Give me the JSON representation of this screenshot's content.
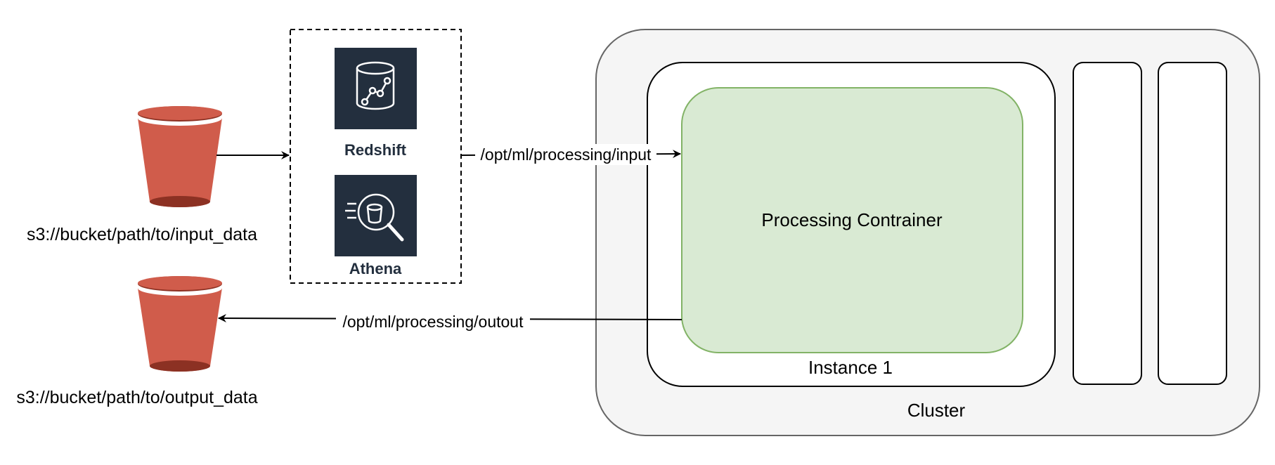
{
  "buckets": {
    "input": {
      "label": "s3://bucket/path/to/input_data",
      "icon": "s3-bucket-icon"
    },
    "output": {
      "label": "s3://bucket/path/to/output_data",
      "icon": "s3-bucket-icon"
    }
  },
  "services": {
    "redshift": {
      "label": "Redshift",
      "icon": "redshift-icon"
    },
    "athena": {
      "label": "Athena",
      "icon": "athena-icon"
    }
  },
  "edges": {
    "input_path": "/opt/ml/processing/input",
    "output_path": "/opt/ml/processing/outout"
  },
  "cluster": {
    "label": "Cluster",
    "instance_label": "Instance 1",
    "container_label": "Processing Contrainer"
  },
  "colors": {
    "bucket_red": "#d05c4b",
    "bucket_dark": "#8c3123",
    "service_bg": "#232f3e",
    "cluster_fill": "#f5f5f5",
    "container_fill": "#d9ead3",
    "container_stroke": "#82b366"
  }
}
